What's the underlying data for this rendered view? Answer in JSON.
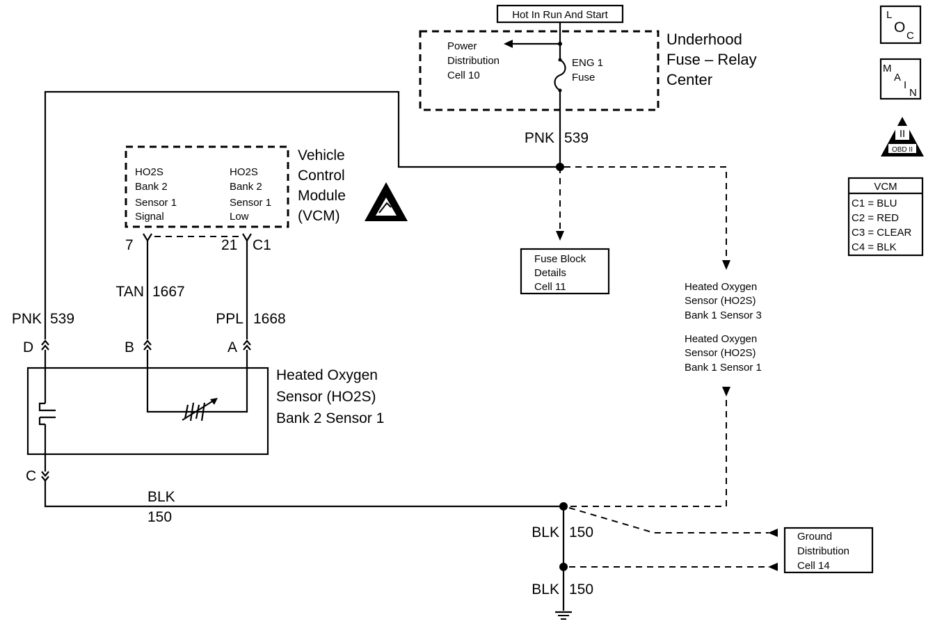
{
  "top_label": "Hot In Run And Start",
  "fuse_center": {
    "title_lines": [
      "Underhood",
      "Fuse – Relay",
      "Center"
    ],
    "power_dist_lines": [
      "Power",
      "Distribution",
      "Cell 10"
    ],
    "fuse_lines": [
      "ENG 1",
      "Fuse"
    ]
  },
  "vcm": {
    "title_lines": [
      "Vehicle",
      "Control",
      "Module",
      "(VCM)"
    ],
    "left_pin_lines": [
      "HO2S",
      "Bank 2",
      "Sensor 1",
      "Signal"
    ],
    "right_pin_lines": [
      "HO2S",
      "Bank 2",
      "Sensor 1",
      "Low"
    ],
    "pin_left": "7",
    "pin_right": "21",
    "connector": "C1"
  },
  "wires": {
    "pnk_top": {
      "color": "PNK",
      "circuit": "539"
    },
    "pnk_left": {
      "color": "PNK",
      "circuit": "539"
    },
    "tan": {
      "color": "TAN",
      "circuit": "1667"
    },
    "ppl": {
      "color": "PPL",
      "circuit": "1668"
    },
    "blk_main": {
      "color": "BLK",
      "circuit": "150"
    },
    "blk_mid": {
      "color": "BLK",
      "circuit": "150"
    },
    "blk_bottom": {
      "color": "BLK",
      "circuit": "150"
    }
  },
  "connectors": {
    "d": "D",
    "b": "B",
    "a": "A",
    "c": "C"
  },
  "sensor": {
    "title_lines": [
      "Heated Oxygen",
      "Sensor (HO2S)",
      "Bank 2 Sensor 1"
    ]
  },
  "fuse_block": {
    "lines": [
      "Fuse Block",
      "Details",
      "Cell 11"
    ]
  },
  "other_sensors": {
    "s3_lines": [
      "Heated Oxygen",
      "Sensor (HO2S)",
      "Bank 1 Sensor 3"
    ],
    "s1_lines": [
      "Heated Oxygen",
      "Sensor (HO2S)",
      "Bank 1 Sensor 1"
    ]
  },
  "ground_dist": {
    "lines": [
      "Ground",
      "Distribution",
      "Cell 14"
    ]
  },
  "legend_icons": {
    "loc": {
      "l": "L",
      "o": "O",
      "c": "C"
    },
    "main": {
      "m": "M",
      "a": "A",
      "i": "I",
      "n": "N"
    },
    "obd": {
      "numeral": "II",
      "text": "OBD II"
    }
  },
  "vcm_key": {
    "title": "VCM",
    "rows": [
      "C1 = BLU",
      "C2 = RED",
      "C3 = CLEAR",
      "C4 = BLK"
    ]
  }
}
